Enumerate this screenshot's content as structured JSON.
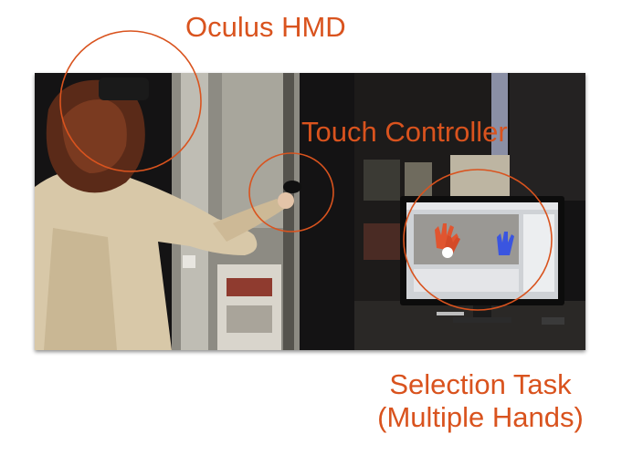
{
  "annotations": {
    "hmd_label": "Oculus HMD",
    "touch_label": "Touch Controller",
    "task_label_line1": "Selection Task",
    "task_label_line2": "(Multiple Hands)"
  },
  "colors": {
    "annotation": "#d9531e",
    "room_dark": "#141314",
    "virtual_hand_left": "#e05530",
    "virtual_hand_right": "#3a55e0"
  },
  "photo": {
    "subject": "person-wearing-headset",
    "scene": "lab-room-with-monitor"
  }
}
